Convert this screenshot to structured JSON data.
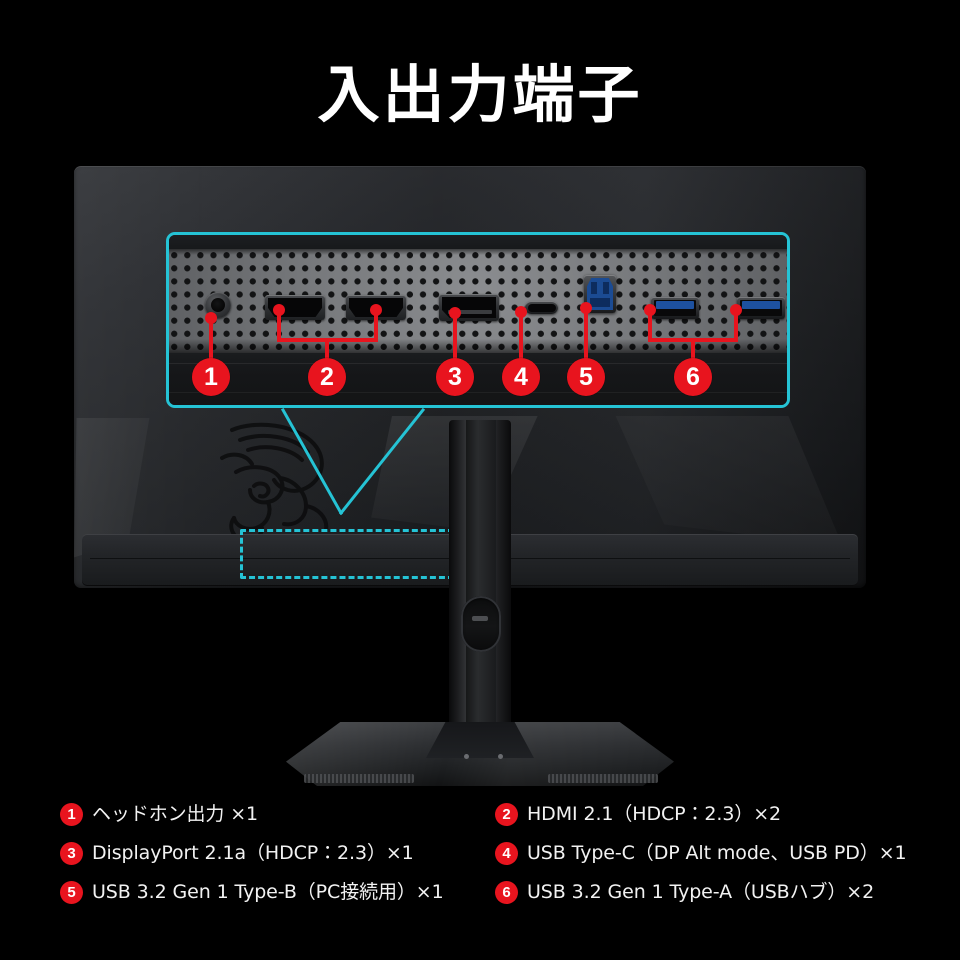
{
  "page": {
    "title": "入出力端子",
    "background_color": "#000000",
    "accent_cyan": "#25c3d5",
    "accent_red": "#e8141e",
    "text_color": "#f2f2f2"
  },
  "product": {
    "type": "gaming-monitor-rear-view",
    "brand_logo": "msi-dragon-logo"
  },
  "callouts": [
    {
      "id": "1",
      "number": "1"
    },
    {
      "id": "2",
      "number": "2"
    },
    {
      "id": "3",
      "number": "3"
    },
    {
      "id": "4",
      "number": "4"
    },
    {
      "id": "5",
      "number": "5"
    },
    {
      "id": "6",
      "number": "6"
    }
  ],
  "ports": [
    {
      "id": "1",
      "icon": "headphone-jack-icon",
      "name": "3.5mm-audio-jack"
    },
    {
      "id": "2a",
      "icon": "hdmi-port-icon",
      "name": "hdmi-port-1"
    },
    {
      "id": "2b",
      "icon": "hdmi-port-icon",
      "name": "hdmi-port-2"
    },
    {
      "id": "3",
      "icon": "displayport-icon",
      "name": "displayport"
    },
    {
      "id": "4",
      "icon": "usb-type-c-icon",
      "name": "usb-type-c-port"
    },
    {
      "id": "5",
      "icon": "usb-type-b-icon",
      "name": "usb-type-b-upstream-port"
    },
    {
      "id": "6a",
      "icon": "usb-type-a-icon",
      "name": "usb-type-a-port-1"
    },
    {
      "id": "6b",
      "icon": "usb-type-a-icon",
      "name": "usb-type-a-port-2"
    }
  ],
  "legend": {
    "left_column": [
      {
        "number": "1",
        "text": "ヘッドホン出力 ×1"
      },
      {
        "number": "3",
        "text": "DisplayPort 2.1a（HDCP：2.3）×1"
      },
      {
        "number": "5",
        "text": "USB 3.2 Gen 1 Type-B（PC接続用）×1"
      }
    ],
    "right_column": [
      {
        "number": "2",
        "text": "HDMI 2.1（HDCP：2.3）×2"
      },
      {
        "number": "4",
        "text": "USB Type-C（DP Alt mode、USB PD）×1"
      },
      {
        "number": "6",
        "text": "USB 3.2 Gen 1 Type-A（USBハブ）×2"
      }
    ]
  }
}
